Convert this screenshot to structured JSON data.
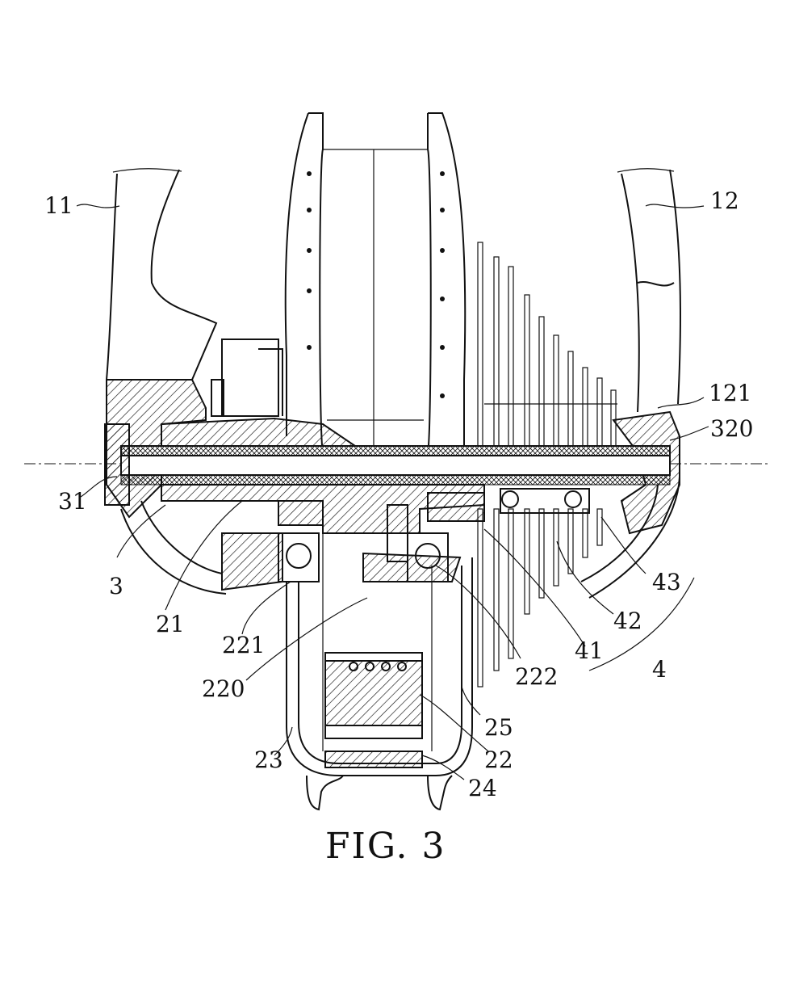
{
  "figure": {
    "caption": "FIG. 3",
    "labels": {
      "l11": "11",
      "l12": "12",
      "l121": "121",
      "l320": "320",
      "l31": "31",
      "l3": "3",
      "l21": "21",
      "l221": "221",
      "l220": "220",
      "l222": "222",
      "l41": "41",
      "l42": "42",
      "l43": "43",
      "l4": "4",
      "l25": "25",
      "l22": "22",
      "l23": "23",
      "l24": "24"
    }
  }
}
